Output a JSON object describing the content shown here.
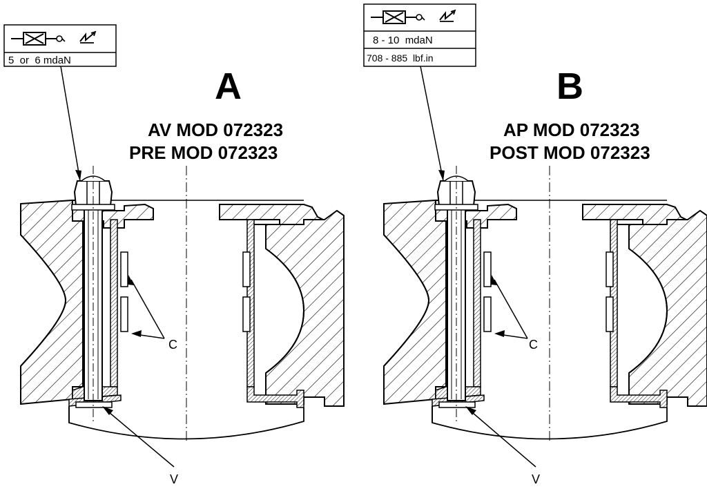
{
  "panels": [
    {
      "id": "A",
      "letter": "A",
      "mod_line_1": "AV MOD 072323",
      "mod_line_2": "PRE MOD 072323",
      "torque_rows": [
        "5  or  6 mdaN"
      ],
      "callout_c": "C",
      "callout_v": "V"
    },
    {
      "id": "B",
      "letter": "B",
      "mod_line_1": "AP MOD 072323",
      "mod_line_2": "POST MOD 072323",
      "torque_rows": [
        "8 - 10  mdaN",
        "708 - 885  lbf.in"
      ],
      "callout_c": "C",
      "callout_v": "V"
    }
  ],
  "icons": [
    "torque-wrench-icon",
    "lubricant-icon"
  ]
}
